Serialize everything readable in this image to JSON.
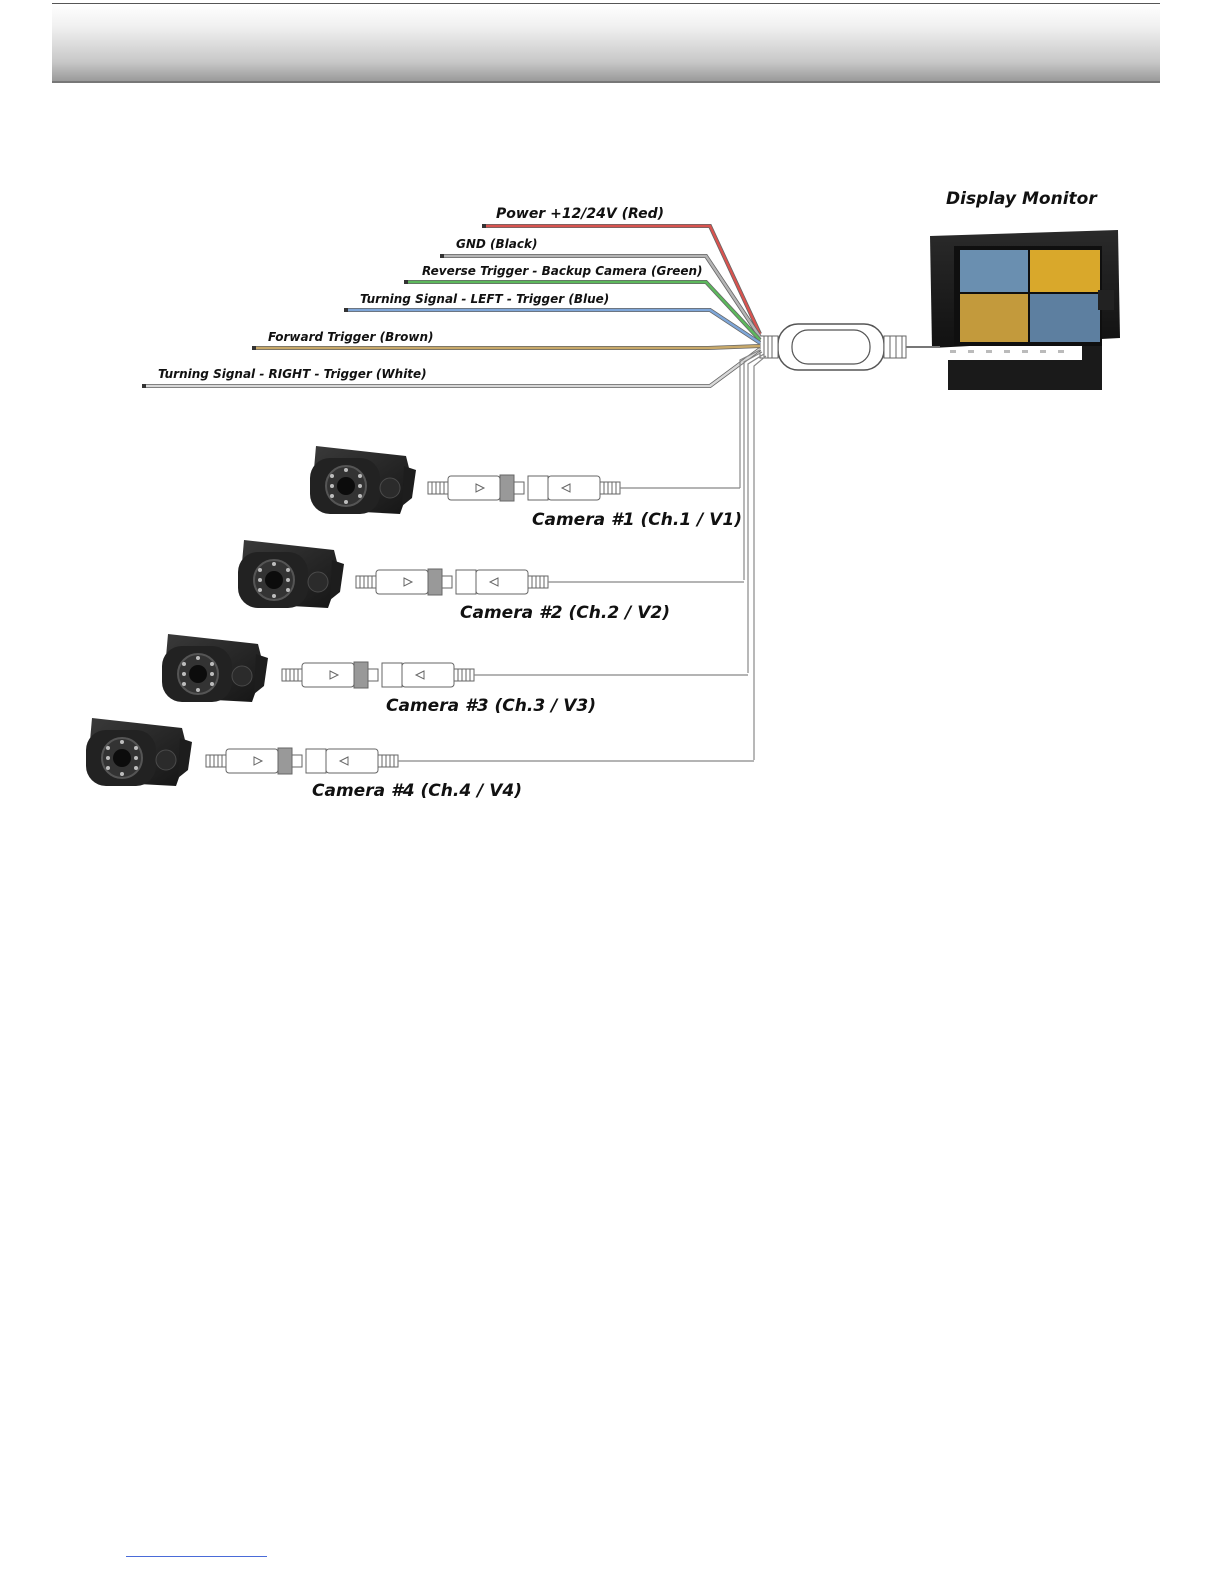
{
  "diagram": {
    "monitor": {
      "label": "Display Monitor"
    },
    "wires": [
      {
        "label": "Power +12/24V (Red)",
        "color": "#d9534f"
      },
      {
        "label": "GND (Black)",
        "color": "#b5b5b5"
      },
      {
        "label": "Reverse Trigger - Backup Camera (Green)",
        "color": "#5cb85c"
      },
      {
        "label": "Turning Signal - LEFT - Trigger (Blue)",
        "color": "#7ea6d8"
      },
      {
        "label": "Forward Trigger (Brown)",
        "color": "#c8a96a"
      },
      {
        "label": "Turning Signal - RIGHT - Trigger (White)",
        "color": "#d8d8d8"
      }
    ],
    "cameras": [
      {
        "label": "Camera #1 (Ch.1 / V1)"
      },
      {
        "label": "Camera #2 (Ch.2 / V2)"
      },
      {
        "label": "Camera #3 (Ch.3 / V3)"
      },
      {
        "label": "Camera #4 (Ch.4 / V4)"
      }
    ]
  }
}
